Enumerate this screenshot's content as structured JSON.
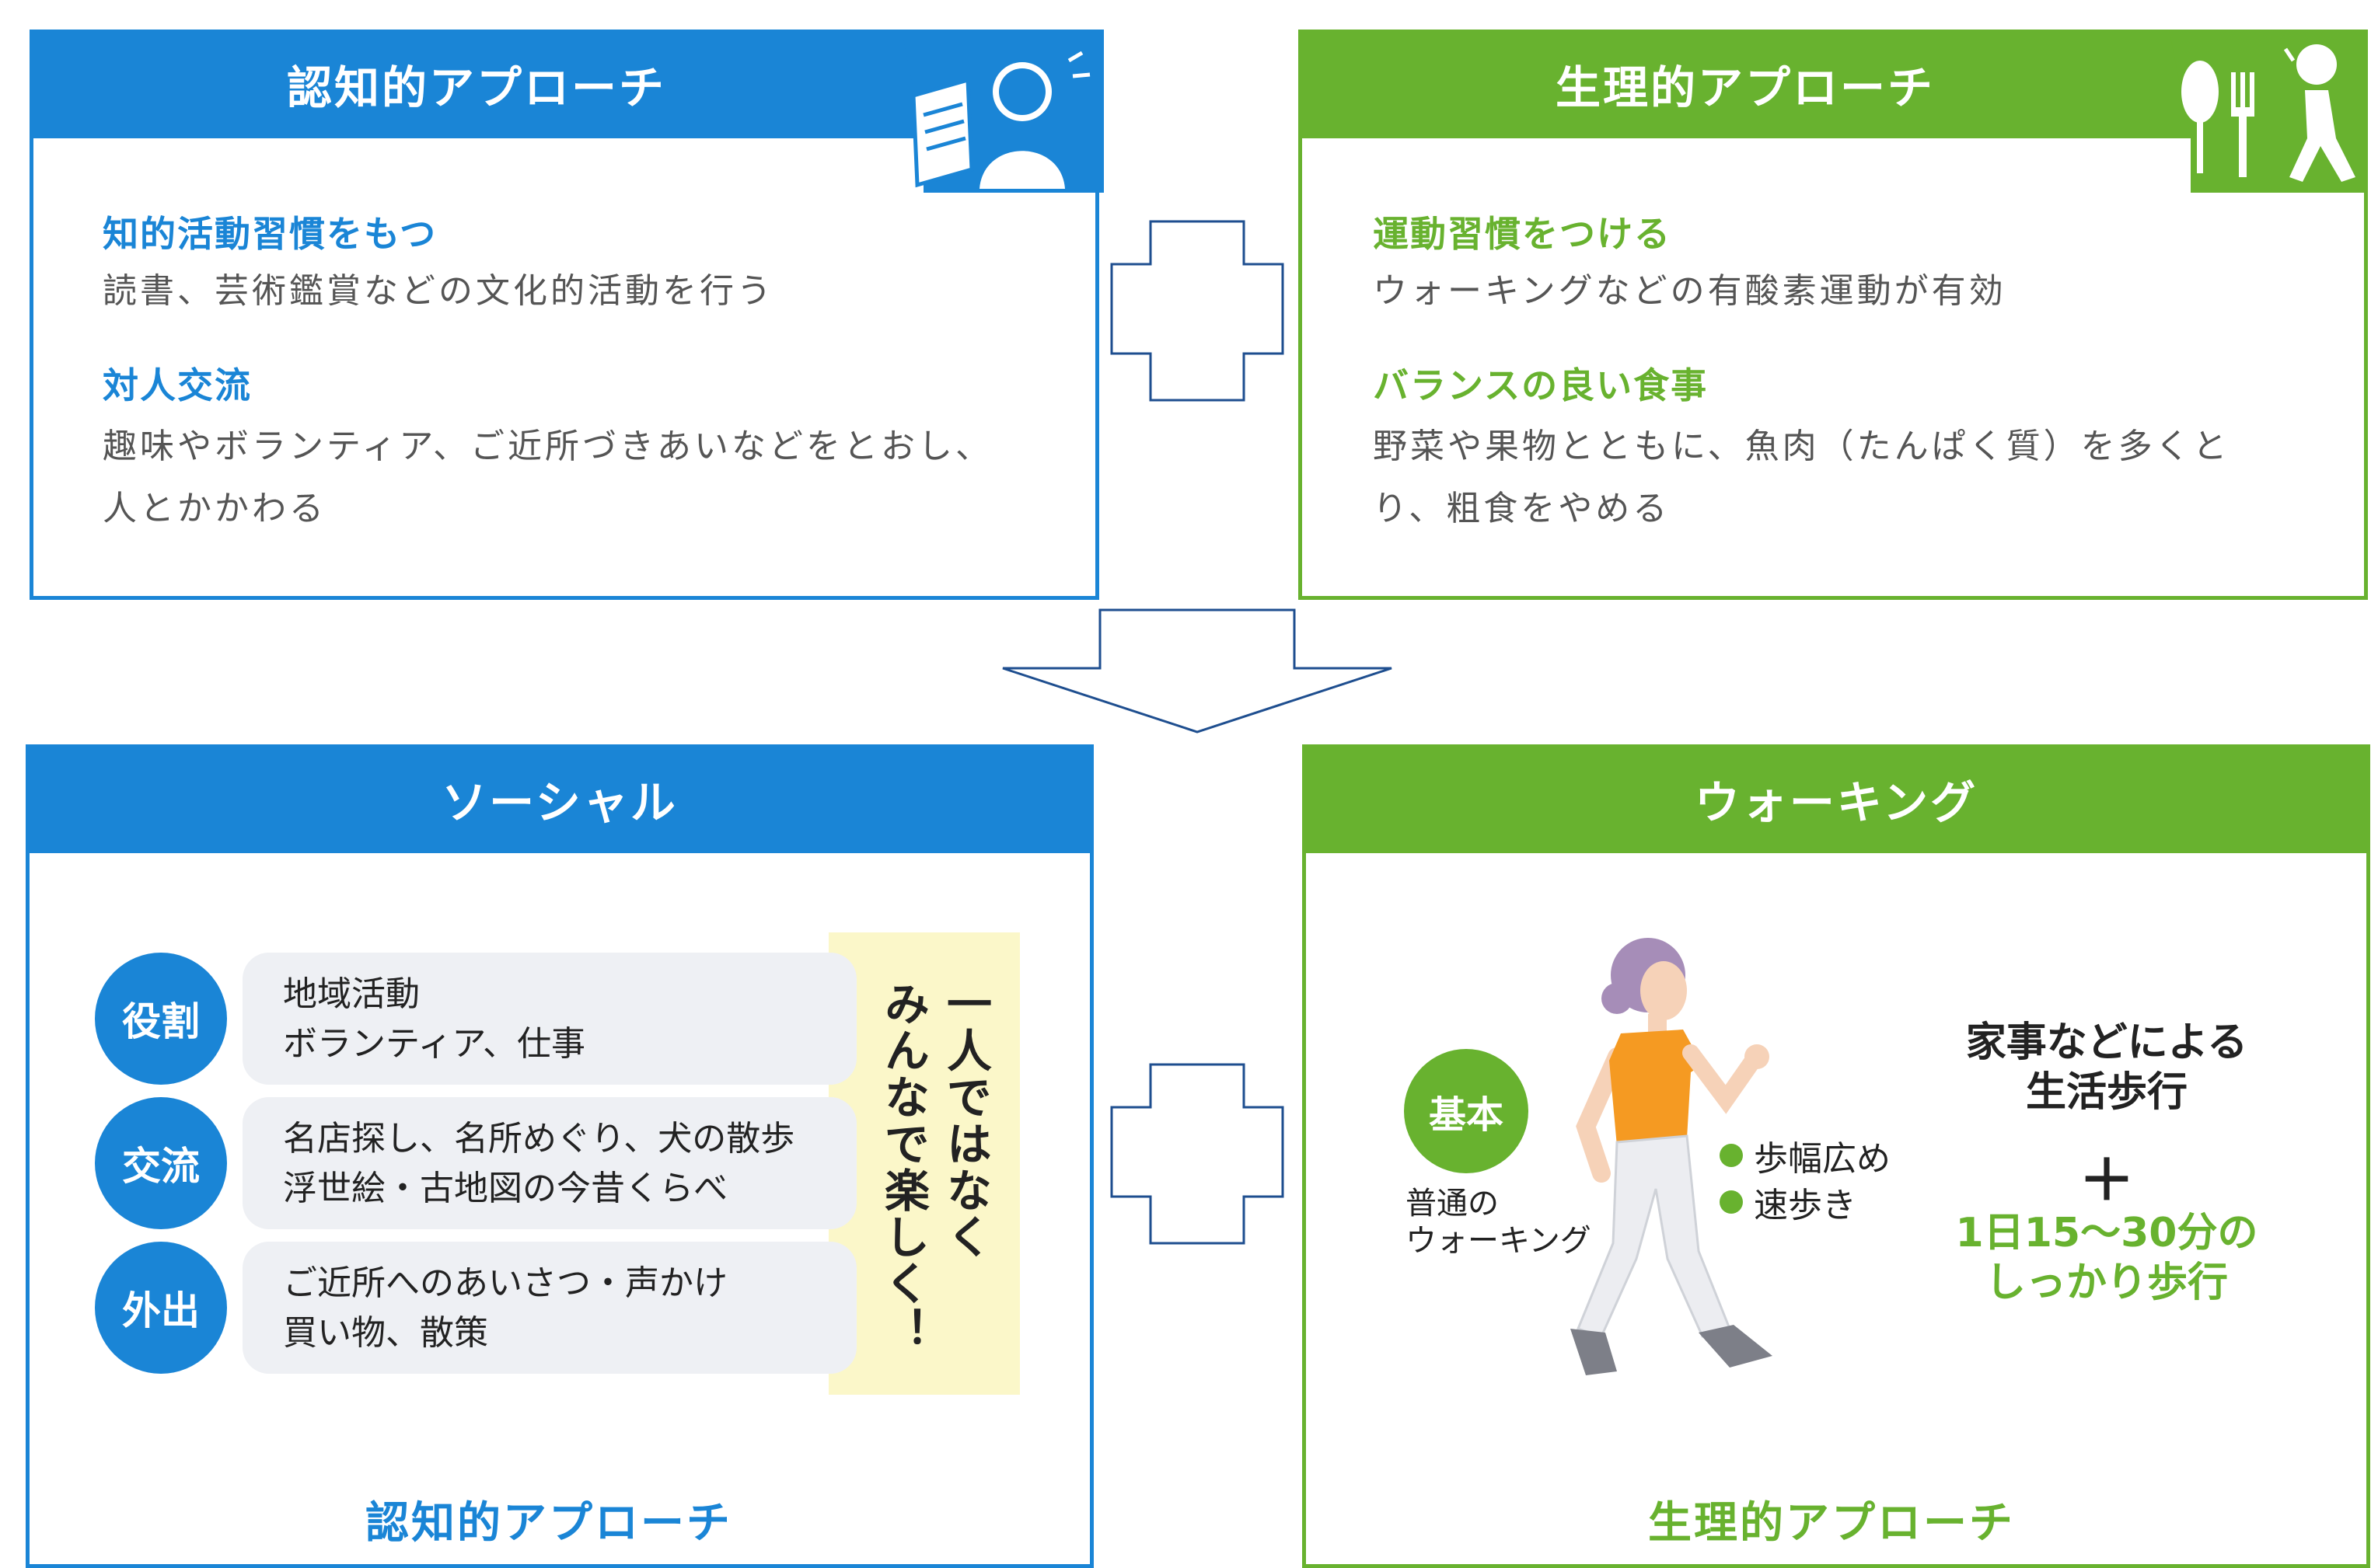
{
  "cognitive_top": {
    "title": "認知的アプローチ",
    "items": [
      {
        "heading": "知的活動習慣をもつ",
        "lines": [
          "読書、芸術鑑賞などの文化的活動を行う"
        ]
      },
      {
        "heading": "対人交流",
        "lines": [
          "趣味やボランティア、ご近所づきあいなどをとおし、",
          "人とかかわる"
        ]
      }
    ]
  },
  "physio_top": {
    "title": "生理的アプローチ",
    "items": [
      {
        "heading": "運動習慣をつける",
        "lines": [
          "ウォーキングなどの有酸素運動が有効"
        ]
      },
      {
        "heading": "バランスの良い食事",
        "lines": [
          "野菜や果物とともに、魚肉（たんぱく質）を多くと",
          "り、粗食をやめる"
        ]
      }
    ]
  },
  "social": {
    "title": "ソーシャル",
    "rows": [
      {
        "badge": "役割",
        "lines": [
          "地域活動",
          "ボランティア、仕事"
        ]
      },
      {
        "badge": "交流",
        "lines": [
          "名店探し、名所めぐり、犬の散歩",
          "浮世絵・古地図の今昔くらべ"
        ]
      },
      {
        "badge": "外出",
        "lines": [
          "ご近所へのあいさつ・声かけ",
          "買い物、散策"
        ]
      }
    ],
    "side_lines": [
      "一人ではなく",
      "みんなで楽しく！"
    ],
    "footer": "認知的アプローチ"
  },
  "walking": {
    "title": "ウォーキング",
    "basic_badge": "基本",
    "basic_lines": [
      "普通の",
      "ウォーキング"
    ],
    "tips": [
      "歩幅広め",
      "速歩き"
    ],
    "daily_lines": [
      "家事などによる",
      "生活歩行"
    ],
    "plus": "＋",
    "target_lines": [
      "1日15〜30分の",
      "しっかり歩行"
    ],
    "footer": "生理的アプローチ"
  },
  "colors": {
    "blue": "#1a85d6",
    "green": "#68b22f",
    "yellow": "#fbf7c9",
    "pill": "#eef0f4"
  }
}
